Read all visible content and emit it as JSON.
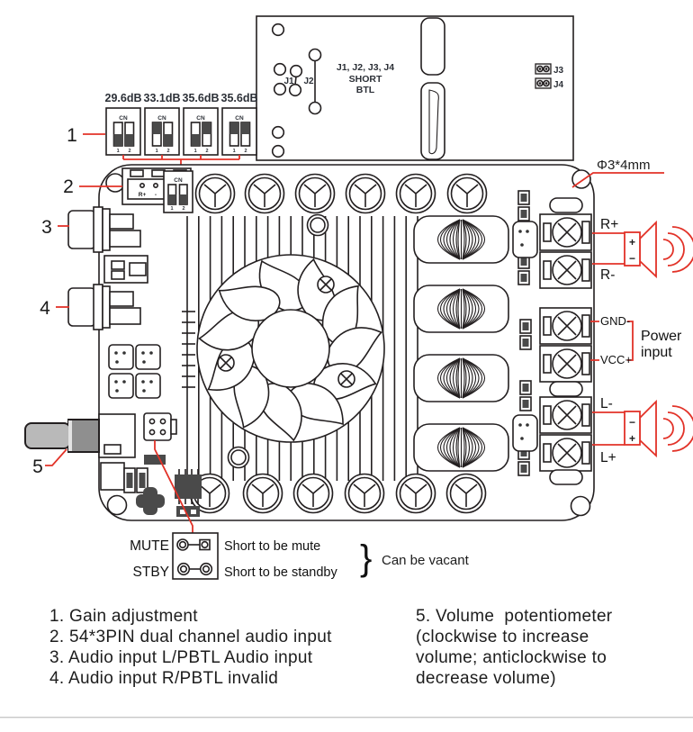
{
  "colors": {
    "line": "#231f20",
    "red": "#e23228",
    "dark_fill": "#4a4a4a",
    "knob_gray": "#9a9a9a",
    "shaft_gray": "#b9b9b9"
  },
  "gain": {
    "callout": "1",
    "labels": [
      "29.6dB",
      "33.1dB",
      "35.6dB",
      "35.6dB"
    ],
    "chip": "CN",
    "pin1": "1",
    "pin2": "2",
    "states": [
      [
        "down",
        "down"
      ],
      [
        "up",
        "down"
      ],
      [
        "down",
        "up"
      ],
      [
        "up",
        "up"
      ]
    ]
  },
  "board_dip": {
    "chip": "CN",
    "pin1": "1",
    "pin2": "2",
    "states": [
      "down",
      "down"
    ]
  },
  "jumpers": {
    "j1": "J1",
    "j2": "J2",
    "j3": "J3",
    "j4": "J4",
    "note1": "J1, J2, J3, J4",
    "note2": "SHORT",
    "note3": "BTL"
  },
  "hole": {
    "note": "Φ3*4mm"
  },
  "audio_in": {
    "callout2": "2",
    "callout3": "3",
    "callout4": "4",
    "callout5": "5",
    "pin_r": "R+",
    "pin_g": "-",
    "pin_l": "L-"
  },
  "terminals": {
    "r_plus": "R+",
    "r_minus": "R-",
    "gnd": "GND-",
    "vcc": "VCC+",
    "l_minus": "L-",
    "l_plus": "L+",
    "power1": "Power",
    "power2": "input",
    "spk_r_top": "+",
    "spk_r_bot": "−",
    "spk_l_top": "−",
    "spk_l_bot": "+"
  },
  "mute_stby": {
    "mute": "MUTE",
    "stby": "STBY",
    "mute_desc": "Short to be mute",
    "stby_desc": "Short to be standby",
    "brace": "}",
    "vacant": "Can be vacant"
  },
  "legend": {
    "left": [
      "1. Gain adjustment",
      "2. 54*3PIN dual channel audio input",
      "3. Audio input L/PBTL Audio input",
      "4. Audio input R/PBTL invalid"
    ],
    "right": [
      "5. Volume  potentiometer",
      "(clockwise to increase",
      "volume; anticlockwise to",
      "decrease volume)"
    ]
  }
}
